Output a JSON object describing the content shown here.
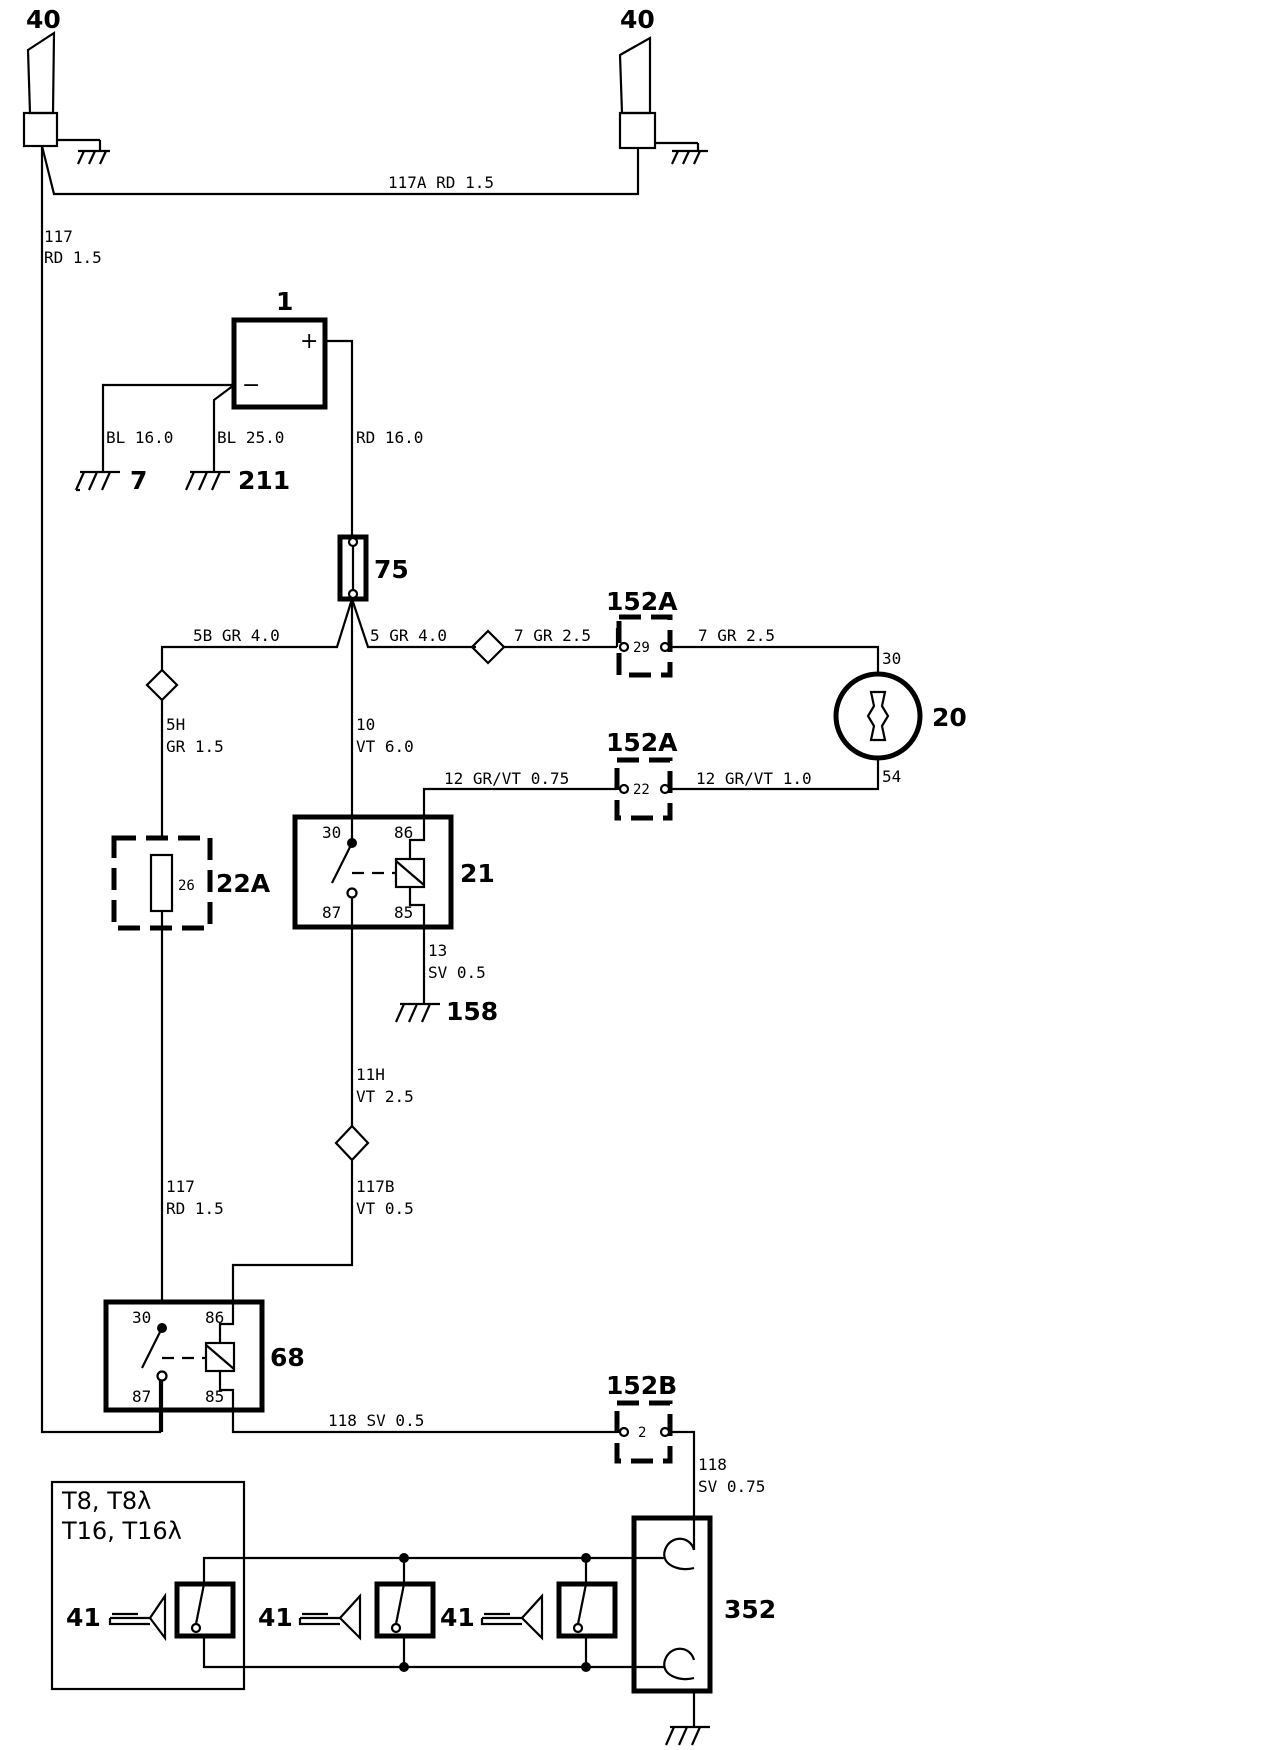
{
  "components": {
    "horn_left": "40",
    "horn_right": "40",
    "battery": "1",
    "ground_7": "7",
    "ground_211": "211",
    "fuse": "75",
    "connector_152a_top": "152A",
    "connector_152a_mid": "152A",
    "connector_152b": "152B",
    "switch_20": "20",
    "fuse_22a": "22A",
    "relay_21": "21",
    "ground_158": "158",
    "relay_68": "68",
    "horn_switch_unit": "352",
    "horn_switch_1": "41",
    "horn_switch_2": "41",
    "horn_switch_3": "41"
  },
  "battery": {
    "plus": "+",
    "minus": "−"
  },
  "variants": {
    "line1": "T8,  T8λ",
    "line2": "T16,  T16λ"
  },
  "pins": {
    "fuse_22a_pin": "26",
    "c152a_top_pin": "29",
    "c152a_mid_pin": "22",
    "c152b_pin": "2",
    "switch20_in": "30",
    "switch20_out": "54",
    "relay21_30": "30",
    "relay21_86": "86",
    "relay21_87": "87",
    "relay21_85": "85",
    "relay68_30": "30",
    "relay68_86": "86",
    "relay68_87": "87",
    "relay68_85": "85"
  },
  "wires": {
    "w117a": "117A  RD  1.5",
    "w117_top_num": "117",
    "w117_top_spec": "RD  1.5",
    "bl16": "BL  16.0",
    "bl25": "BL  25.0",
    "rd16": "RD  16.0",
    "w5b": "5B  GR  4.0",
    "w5": "5  GR  4.0",
    "w7a": "7  GR  2.5",
    "w7b": "7  GR  2.5",
    "w5h_num": "5H",
    "w5h_spec": "GR  1.5",
    "w10_num": "10",
    "w10_spec": "VT  6.0",
    "w12a": "12  GR/VT  0.75",
    "w12b": "12  GR/VT  1.0",
    "w13_num": "13",
    "w13_spec": "SV  0.5",
    "w11h_num": "11H",
    "w11h_spec": "VT  2.5",
    "w117_bot_num": "117",
    "w117_bot_spec": "RD  1.5",
    "w117b_num": "117B",
    "w117b_spec": "VT  0.5",
    "w118a": "118  SV  0.5",
    "w118b_num": "118",
    "w118b_spec": "SV  0.75"
  }
}
